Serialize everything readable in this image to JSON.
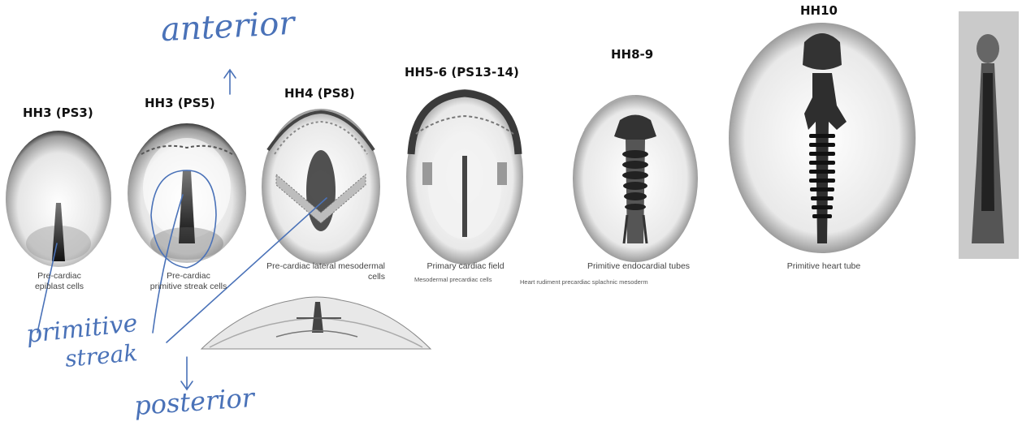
{
  "stages": [
    {
      "title": "HH3  (PS3)",
      "caption": [
        "Pre-cardiac",
        "epiblast cells"
      ]
    },
    {
      "title": "HH3  (PS5)",
      "caption": [
        "Pre-cardiac",
        "primitive streak cells"
      ]
    },
    {
      "title": "HH4  (PS8)",
      "caption": [
        "Pre-cardiac lateral mesodermal",
        "cells"
      ]
    },
    {
      "title": "HH5-6  (PS13-14)",
      "caption": [
        "Primary cardiac field"
      ],
      "sub": "Mesodermal precardiac cells"
    },
    {
      "title": "HH8-9",
      "caption": [
        "Primitive endocardial tubes"
      ],
      "sub": "Heart rudiment precardiac splachnic mesoderm"
    },
    {
      "title": "HH10",
      "caption": [
        "Primitive heart tube"
      ]
    }
  ],
  "annotations": {
    "anterior": "anterior",
    "primitive_line1": "primitive",
    "primitive_line2": "streak",
    "posterior": "posterior"
  },
  "colors": {
    "ink": "#4a72b8",
    "embryo_dark": "#2a2a2a",
    "embryo_light": "#f4f4f4"
  }
}
